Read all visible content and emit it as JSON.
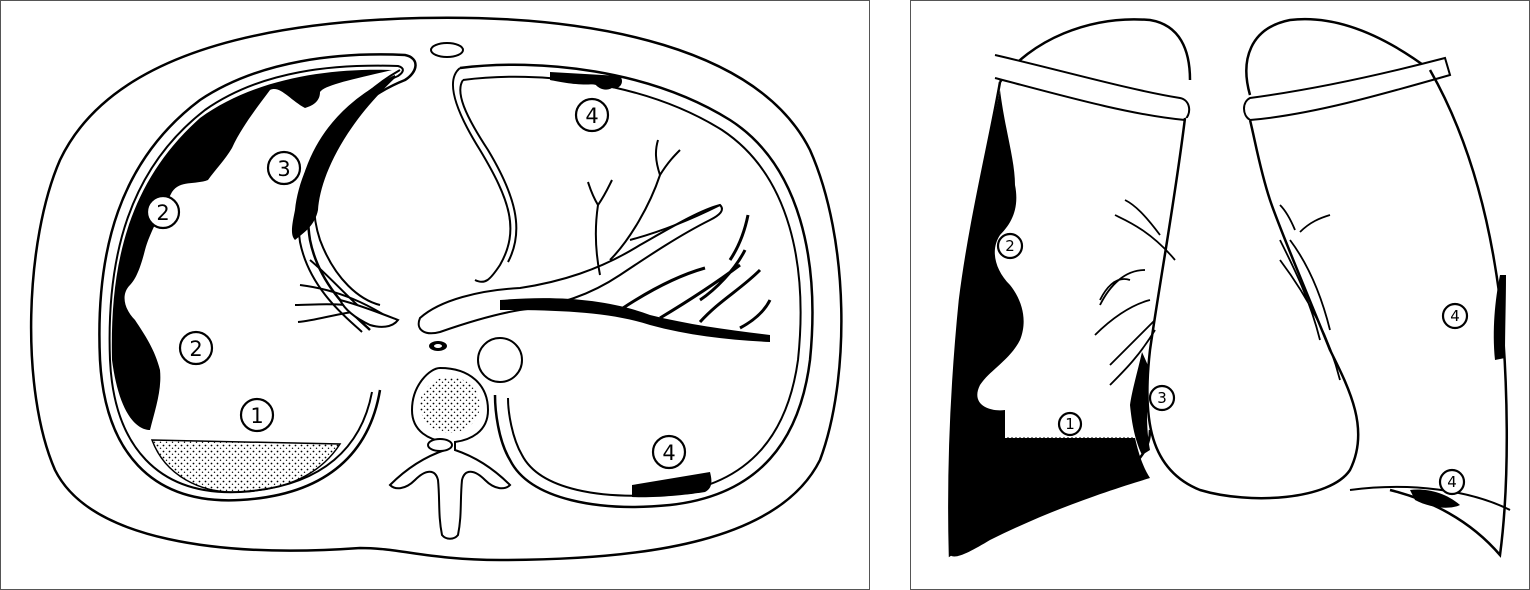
{
  "colors": {
    "ink": "#000000",
    "paper": "#ffffff"
  },
  "left_panel": {
    "labels": {
      "l1": "1",
      "l2a": "2",
      "l2b": "2",
      "l3": "3",
      "l4a": "4",
      "l4b": "4"
    }
  },
  "right_panel": {
    "labels": {
      "r1": "1",
      "r2": "2",
      "r3": "3",
      "r4a": "4",
      "r4b": "4"
    }
  }
}
